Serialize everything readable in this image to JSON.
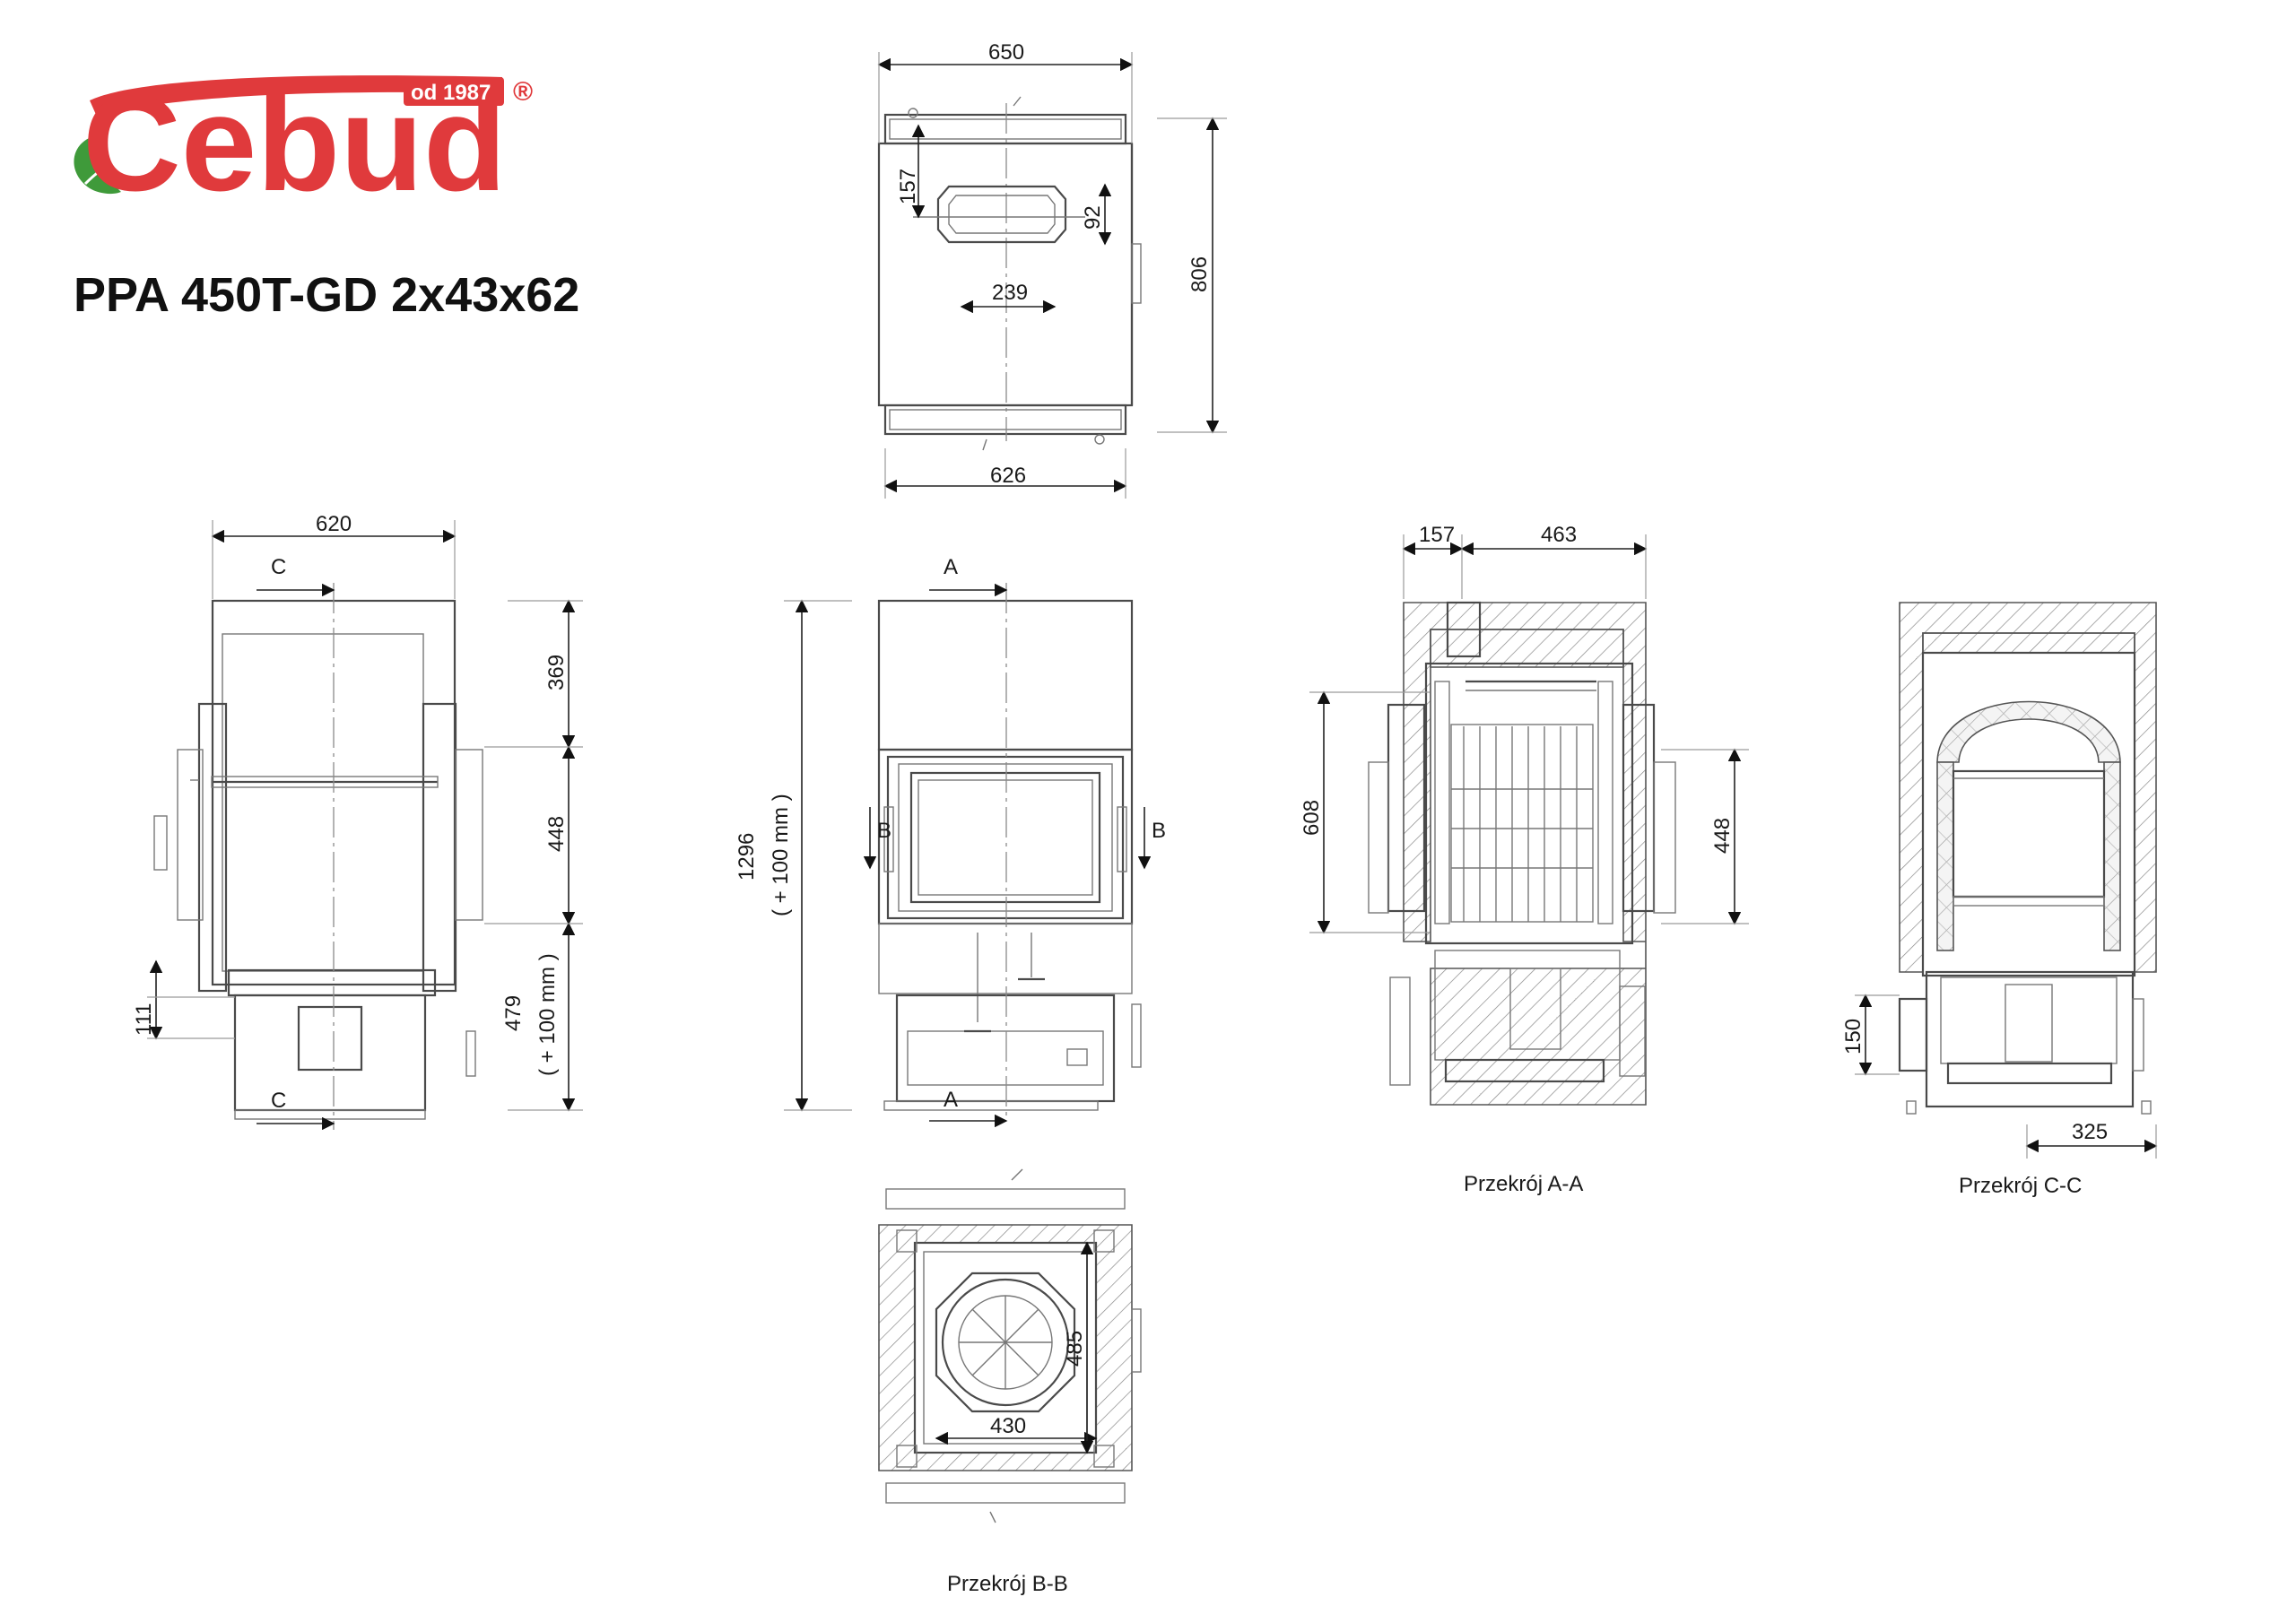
{
  "brand": {
    "logo_text": "Cebud",
    "since": "od 1987",
    "registered": "®",
    "color_red": "#e03a3c",
    "color_green": "#3f9a3a"
  },
  "model_title": "PPA 450T-GD 2x43x62",
  "dimensions": {
    "top_width": "650",
    "top_depth": "806",
    "top_bottom_width": "626",
    "top_outlet_offset": "157",
    "top_outlet_height": "92",
    "top_outlet_width": "239",
    "side_width": "620",
    "side_h_upper": "369",
    "side_h_middle": "448",
    "side_h_lower": "479",
    "side_h_lower_note": "( + 100 mm )",
    "side_air_inlet": "111",
    "front_total_height": "1296",
    "front_total_note": "( + 100 mm )",
    "aa_offset": "157",
    "aa_depth": "463",
    "aa_height": "608",
    "aa_door": "448",
    "cc_inlet": "150",
    "cc_depth": "325",
    "bb_width": "430",
    "bb_depth": "485"
  },
  "section_marks": {
    "a": "A",
    "b": "B",
    "c": "C"
  },
  "captions": {
    "section_aa": "Przekrój A-A",
    "section_bb": "Przekrój B-B",
    "section_cc": "Przekrój C-C"
  }
}
